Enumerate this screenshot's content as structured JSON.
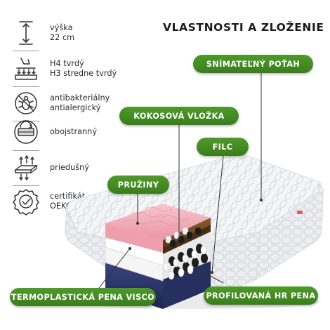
{
  "title": "VLASTNOSTI A ZLOŽENIE",
  "features": [
    {
      "icon": "height-arrow-icon",
      "lines": [
        "výška",
        "22 cm"
      ]
    },
    {
      "icon": "firmness-press-icon",
      "lines": [
        "H4 tvrdý",
        "H3 stredne tvrdý"
      ]
    },
    {
      "icon": "antibacterial-bug-icon",
      "lines": [
        "antibakteriálny",
        "antialergický"
      ]
    },
    {
      "icon": "double-sided-mattress-icon",
      "lines": [
        "obojstranný"
      ]
    },
    {
      "icon": "breathable-airflow-icon",
      "lines": [
        "priedušný"
      ]
    },
    {
      "icon": "certificate-seal-icon",
      "lines": [
        "certifikát",
        "OEKO-TEX"
      ]
    }
  ],
  "labels": {
    "removable_cover": "SNÍMATEĽNÝ POŤAH",
    "coconut_layer": "KOKOSOVÁ VLOŽKA",
    "felt": "FILC",
    "springs": "PRUŽINY",
    "visco_foam": "TERMOPLASTICKÁ PENA VISCO",
    "hr_foam": "PROFILOVANÁ HR PENA"
  },
  "colors": {
    "label_green": "#43871f",
    "visco_pink": "#f3b0bb",
    "coconut_brown": "#6b4420",
    "base_navy": "#2a3463"
  }
}
